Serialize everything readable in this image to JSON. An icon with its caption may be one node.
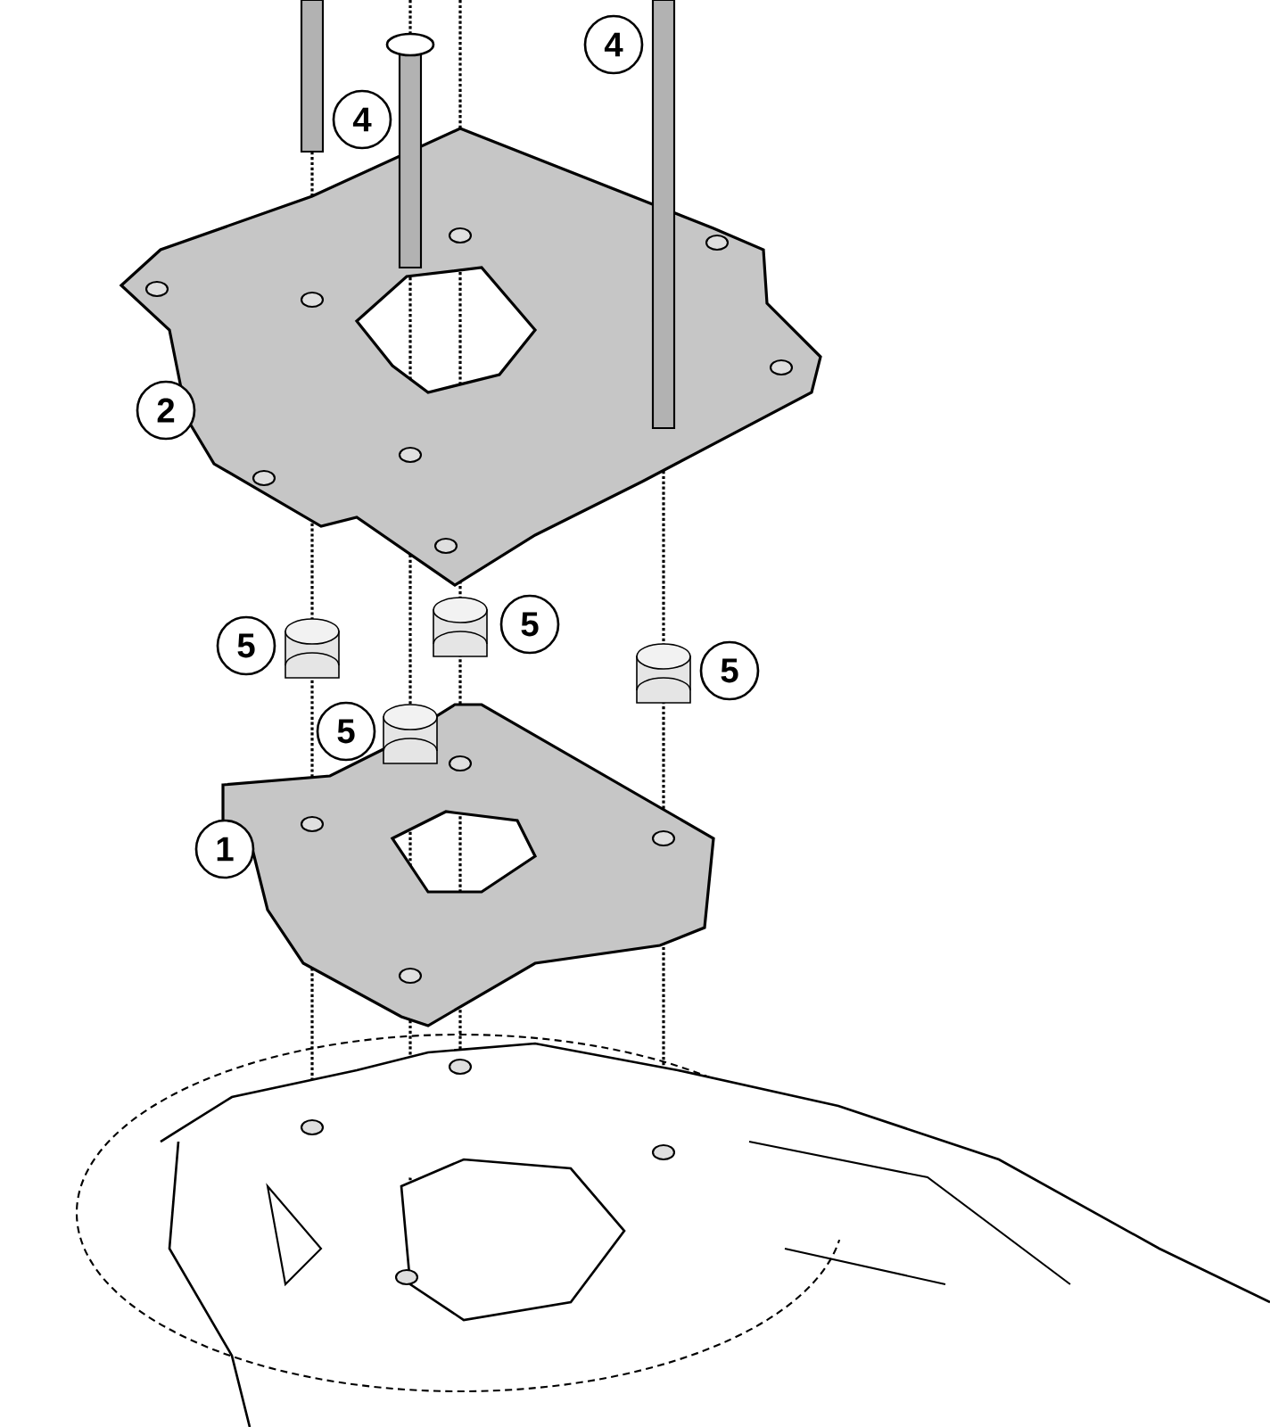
{
  "diagram": {
    "labels": [
      "4",
      "4",
      "2",
      "5",
      "5",
      "5",
      "5",
      "1"
    ]
  }
}
